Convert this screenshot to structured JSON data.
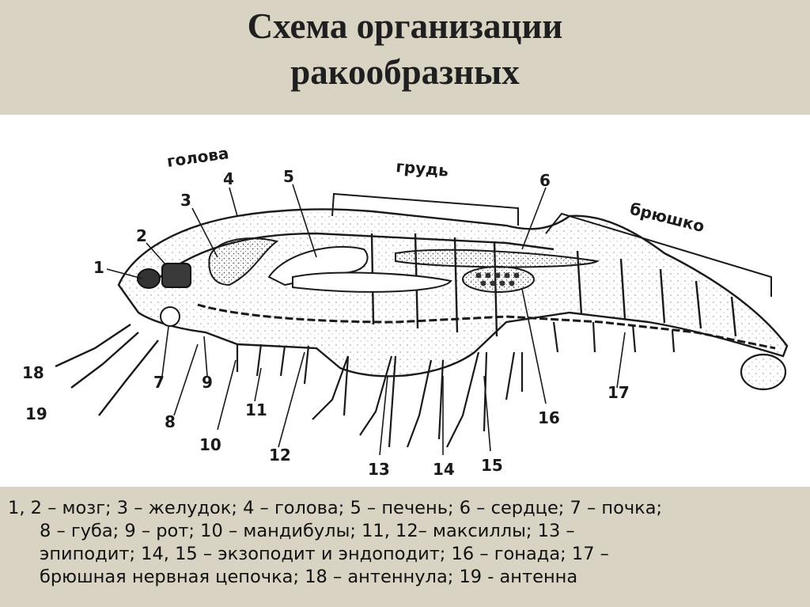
{
  "title": {
    "line1": "Схема организации",
    "line2": "ракообразных"
  },
  "diagram": {
    "regions": {
      "head": "голова",
      "thorax": "грудь",
      "abdomen": "брюшко"
    },
    "numbers": [
      "1",
      "2",
      "3",
      "4",
      "5",
      "6",
      "7",
      "8",
      "9",
      "10",
      "11",
      "12",
      "13",
      "14",
      "15",
      "16",
      "17",
      "18",
      "19"
    ]
  },
  "caption": {
    "line1": "1, 2 – мозг; 3 – желудок; 4 – голова; 5 – печень; 6 – сердце; 7 – почка;",
    "line2": "8 – губа; 9 – рот; 10 – мандибулы; 11, 12– максиллы; 13 –",
    "line3": "эпиподит; 14, 15 – экзоподит и эндоподит; 16 – гонада; 17 –",
    "line4": "брюшная нервная цепочка; 18 – антеннула; 19 - антенна"
  }
}
